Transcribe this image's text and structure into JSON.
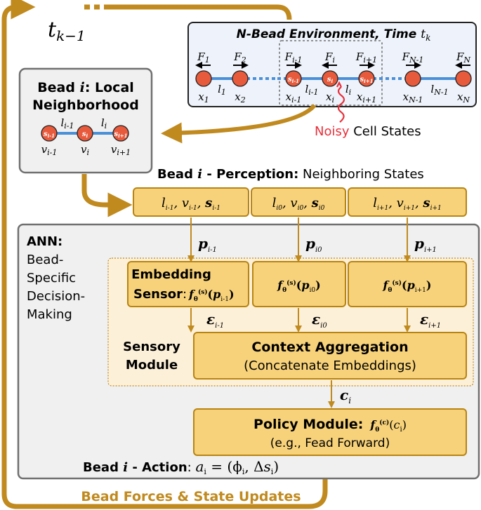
{
  "colors": {
    "gold": "#c08a1e",
    "box_fill": "#f7d27a",
    "box_stroke": "#b88412",
    "panel_fill": "#f0f0f0",
    "panel_stroke": "#707070",
    "env_fill": "#eef3fb",
    "bead": "#e85a3c",
    "rod": "#4a90d9",
    "noisy": "#e8303a"
  },
  "loop": {
    "prev_step": "t",
    "prev_step_sub": "k−1",
    "bottom_label": "Bead Forces & State Updates"
  },
  "env": {
    "title_main": "N-Bead Environment, Time ",
    "title_var": "t",
    "title_sub": "k",
    "forces": [
      {
        "base": "F",
        "sub": "1"
      },
      {
        "base": "F",
        "sub": "2"
      },
      {
        "base": "F",
        "sub": "i-1"
      },
      {
        "base": "F",
        "sub": "i"
      },
      {
        "base": "F",
        "sub": "i+1"
      },
      {
        "base": "F",
        "sub": "N-1"
      },
      {
        "base": "F",
        "sub": "N"
      }
    ],
    "positions": [
      {
        "base": "x",
        "sub": "1"
      },
      {
        "base": "x",
        "sub": "2"
      },
      {
        "base": "x",
        "sub": "i-1"
      },
      {
        "base": "x",
        "sub": "i"
      },
      {
        "base": "x",
        "sub": "i+1"
      },
      {
        "base": "x",
        "sub": "N-1"
      },
      {
        "base": "x",
        "sub": "N"
      }
    ],
    "lengths": [
      {
        "base": "l",
        "sub": "1"
      },
      {
        "base": "l",
        "sub": "i-1"
      },
      {
        "base": "l",
        "sub": "i"
      },
      {
        "base": "l",
        "sub": "N-1"
      }
    ],
    "bead_labels": [
      {
        "base": "s",
        "sub": "i-1"
      },
      {
        "base": "s",
        "sub": "i"
      },
      {
        "base": "s",
        "sub": "i+1"
      }
    ],
    "noisy_word": "Noisy",
    "noisy_rest": " Cell States"
  },
  "neighborhood": {
    "title_line1": "Bead ",
    "title_i": "i",
    "title_line1_end": ": Local",
    "title_line2": "Neighborhood",
    "bead_labels": [
      {
        "base": "s",
        "sub": "i-1"
      },
      {
        "base": "s",
        "sub": "i"
      },
      {
        "base": "s",
        "sub": "i+1"
      }
    ],
    "lengths": [
      {
        "base": "l",
        "sub": "i-1"
      },
      {
        "base": "l",
        "sub": "i"
      }
    ],
    "velocities": [
      {
        "base": "v",
        "sub": "i-1"
      },
      {
        "base": "v",
        "sub": "i"
      },
      {
        "base": "v",
        "sub": "i+1"
      }
    ]
  },
  "perception": {
    "label_bold": "Bead ",
    "label_i": "i",
    "label_bold2": " - Perception:",
    "label_rest": " Neighboring States",
    "boxes": [
      {
        "l": "l",
        "v": "v",
        "s": "s",
        "sub": "i-1"
      },
      {
        "l": "l",
        "v": "v",
        "s": "s",
        "sub": "i0"
      },
      {
        "l": "l",
        "v": "v",
        "s": "s",
        "sub": "i+1"
      }
    ]
  },
  "ann": {
    "title": "ANN:",
    "desc_lines": [
      "Bead-",
      "Specific",
      "Decision-",
      "Making"
    ],
    "p_labels": [
      {
        "base": "p",
        "sub": "i-1"
      },
      {
        "base": "p",
        "sub": "i0"
      },
      {
        "base": "p",
        "sub": "i+1"
      }
    ],
    "embedding": {
      "line1": "Embedding",
      "line2": "Sensor",
      "colon": ":",
      "fn": "f",
      "fn_sub": "θ",
      "fn_sup": "(s)",
      "arg": "p",
      "arg_sub": "i-1"
    },
    "embed_fns": [
      {
        "fn": "f",
        "fn_sub": "θ",
        "fn_sup": "(s)",
        "arg": "p",
        "arg_sub": "i0"
      },
      {
        "fn": "f",
        "fn_sub": "θ",
        "fn_sup": "(s)",
        "arg": "p",
        "arg_sub": "i+1"
      }
    ],
    "eps_labels": [
      {
        "base": "ε",
        "sub": "i-1"
      },
      {
        "base": "ε",
        "sub": "i0"
      },
      {
        "base": "ε",
        "sub": "i+1"
      }
    ],
    "sensory_module": [
      "Sensory",
      "Module"
    ],
    "context": {
      "title": "Context Aggregation",
      "subtitle": "(Concatenate Embeddings)"
    },
    "c_label": {
      "base": "c",
      "sub": "i"
    },
    "policy": {
      "title": "Policy Module:",
      "fn": "f",
      "fn_sub": "θ",
      "fn_sup": "(c)",
      "arg": "c",
      "arg_sub": "i",
      "subtitle": "(e.g., Fead Forward)"
    },
    "action": {
      "bold": "Bead ",
      "i": "i",
      "bold2": " - Action",
      "colon": ": ",
      "a": "a",
      "a_sub": "i",
      "eq": " = (",
      "phi": "ϕ",
      "phi_sub": "i",
      "comma": ", Δ",
      "s": "s",
      "s_sub": "i",
      "close": ")"
    }
  }
}
